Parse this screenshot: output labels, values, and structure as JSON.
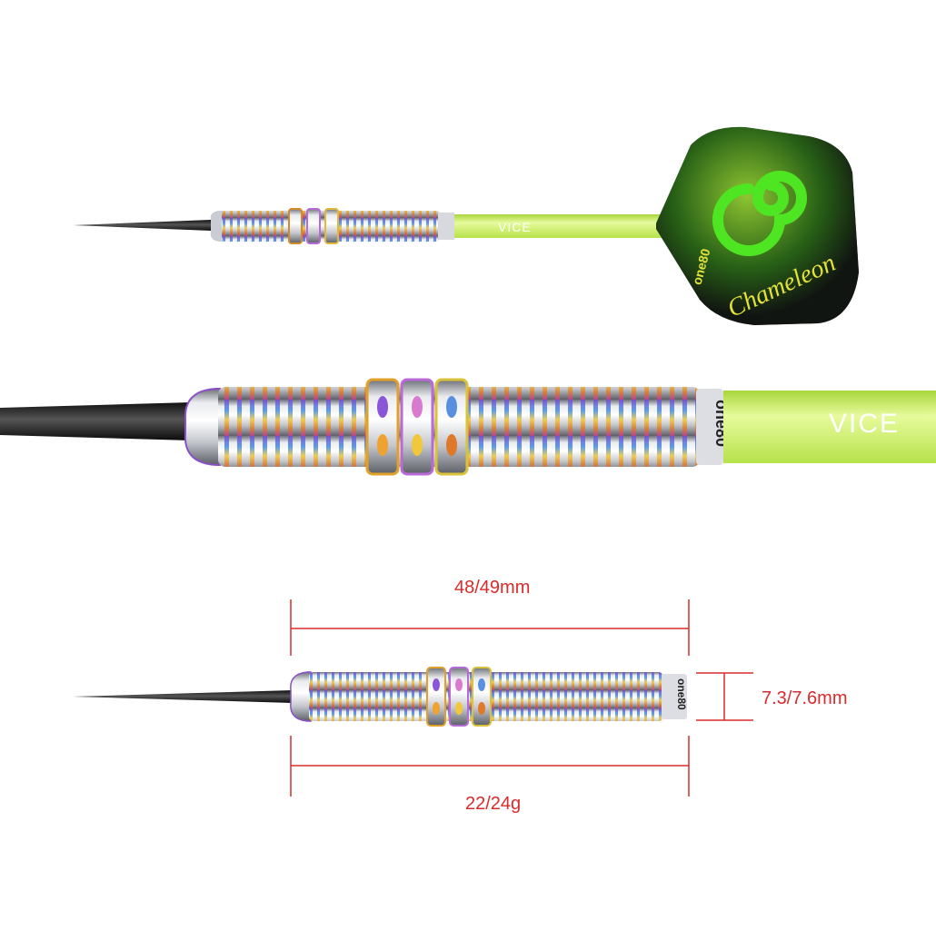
{
  "shaft_brand": "VICE",
  "flight_text": {
    "script": "Chameleon",
    "maker": "one80"
  },
  "barrel_logo": "one80",
  "dimensions": {
    "length": "48/49mm",
    "diameter": "7.3/7.6mm",
    "weight": "22/24g"
  },
  "colors": {
    "dimension_lines": "#d92b2b",
    "shaft": "#c8ee5a",
    "flight_swirl": "#4ee622",
    "flight_background": "#111511"
  }
}
